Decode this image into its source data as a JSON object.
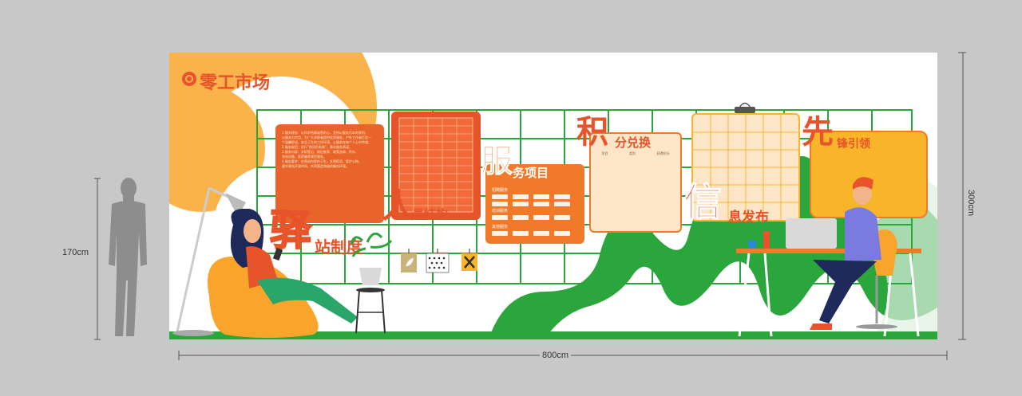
{
  "dimensions": {
    "height_person": "170cm",
    "height_wall": "300cm",
    "width_wall": "800cm"
  },
  "logo": {
    "text": "零工市场",
    "mark": "circle-logo-icon"
  },
  "sections": {
    "station_rules": {
      "big_char": "驿",
      "rest": "站制度",
      "body": [
        "1.服务理念：以科学热情诚恳的心，坚持以服务为本的原则，",
        "以服务为宗旨，为广大求职者提供优质服务，户外工作者打造一",
        "个温馨舒适、安全卫生的工作环境，让服务在每个人心中传递，",
        "2.服务规范：实行“首问负责制”，落实服务承诺，",
        "3.服务内容：求职登记、岗位推荐、政策咨询、供水、",
        "充电设备、医药箱等便民服务。",
        "4.服务要求：在驿站内保持卫生，文明用语，爱护公物，",
        "遵守驿站开放时间，共同营造和谐的服务环境。"
      ]
    },
    "personnel": {
      "big_char": "人",
      "rest": "员结构"
    },
    "services": {
      "big_char": "服",
      "rest": "务项目",
      "group_labels": [
        "招聘服务",
        "培训服务",
        "其他服务"
      ]
    },
    "points": {
      "big_char": "积",
      "rest": "分兑换",
      "columns": [
        "项目",
        "类别",
        "获得积分"
      ]
    },
    "info": {
      "big_char": "信",
      "rest": "息发布"
    },
    "pioneer": {
      "big_char": "先",
      "rest": "锋引领"
    }
  },
  "colors": {
    "orange": "#f07a2a",
    "red_orange": "#e8542a",
    "yellow": "#f9b52a",
    "green": "#2aa63c",
    "light_orange": "#fde6c8"
  }
}
